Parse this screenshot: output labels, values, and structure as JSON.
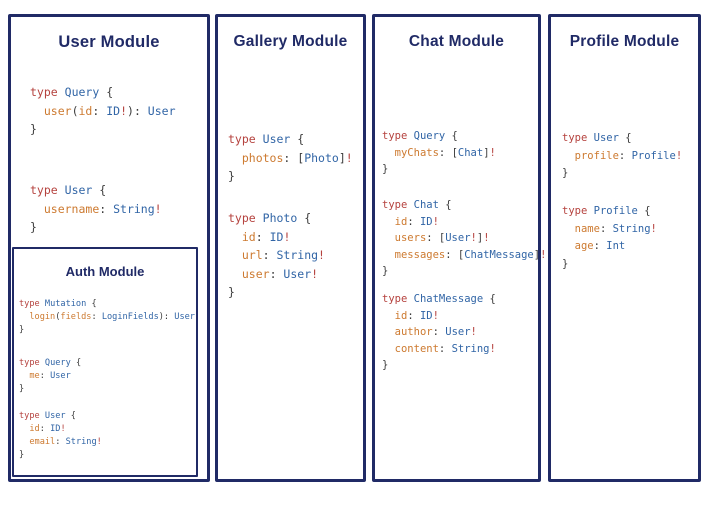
{
  "colors": {
    "navy": "#202a66",
    "code-red": "#b5423e",
    "code-blue": "#3165a6",
    "code-orange": "#cd7a30",
    "code-punct": "#3c3c3c",
    "bg": "#ffffff"
  },
  "panels": {
    "user": {
      "title": "User Module",
      "blocks": [
        [
          [
            [
              "k",
              "type"
            ],
            [
              "p",
              " "
            ],
            [
              "t",
              "Query"
            ],
            [
              "p",
              " {"
            ]
          ],
          [
            [
              "p",
              "  "
            ],
            [
              "f",
              "user"
            ],
            [
              "p",
              "("
            ],
            [
              "f",
              "id"
            ],
            [
              "p",
              ": "
            ],
            [
              "t",
              "ID"
            ],
            [
              "b",
              "!"
            ],
            [
              "p",
              "): "
            ],
            [
              "t",
              "User"
            ]
          ],
          [
            [
              "p",
              "}"
            ]
          ]
        ],
        [
          [
            [
              "k",
              "type"
            ],
            [
              "p",
              " "
            ],
            [
              "t",
              "User"
            ],
            [
              "p",
              " {"
            ]
          ],
          [
            [
              "p",
              "  "
            ],
            [
              "f",
              "username"
            ],
            [
              "p",
              ": "
            ],
            [
              "t",
              "String"
            ],
            [
              "b",
              "!"
            ]
          ],
          [
            [
              "p",
              "}"
            ]
          ]
        ]
      ]
    },
    "auth": {
      "title": "Auth Module",
      "blocks": [
        [
          [
            [
              "k",
              "type"
            ],
            [
              "p",
              " "
            ],
            [
              "t",
              "Mutation"
            ],
            [
              "p",
              " {"
            ]
          ],
          [
            [
              "p",
              "  "
            ],
            [
              "f",
              "login"
            ],
            [
              "p",
              "("
            ],
            [
              "f",
              "fields"
            ],
            [
              "p",
              ": "
            ],
            [
              "t",
              "LoginFields"
            ],
            [
              "p",
              "): "
            ],
            [
              "t",
              "User"
            ]
          ],
          [
            [
              "p",
              "}"
            ]
          ]
        ],
        [
          [
            [
              "k",
              "type"
            ],
            [
              "p",
              " "
            ],
            [
              "t",
              "Query"
            ],
            [
              "p",
              " {"
            ]
          ],
          [
            [
              "p",
              "  "
            ],
            [
              "f",
              "me"
            ],
            [
              "p",
              ": "
            ],
            [
              "t",
              "User"
            ]
          ],
          [
            [
              "p",
              "}"
            ]
          ]
        ],
        [
          [
            [
              "k",
              "type"
            ],
            [
              "p",
              " "
            ],
            [
              "t",
              "User"
            ],
            [
              "p",
              " {"
            ]
          ],
          [
            [
              "p",
              "  "
            ],
            [
              "f",
              "id"
            ],
            [
              "p",
              ": "
            ],
            [
              "t",
              "ID"
            ],
            [
              "b",
              "!"
            ]
          ],
          [
            [
              "p",
              "  "
            ],
            [
              "f",
              "email"
            ],
            [
              "p",
              ": "
            ],
            [
              "t",
              "String"
            ],
            [
              "b",
              "!"
            ]
          ],
          [
            [
              "p",
              "}"
            ]
          ]
        ]
      ]
    },
    "gallery": {
      "title": "Gallery Module",
      "blocks": [
        [
          [
            [
              "k",
              "type"
            ],
            [
              "p",
              " "
            ],
            [
              "t",
              "User"
            ],
            [
              "p",
              " {"
            ]
          ],
          [
            [
              "p",
              "  "
            ],
            [
              "f",
              "photos"
            ],
            [
              "p",
              ": ["
            ],
            [
              "t",
              "Photo"
            ],
            [
              "p",
              "]"
            ],
            [
              "b",
              "!"
            ]
          ],
          [
            [
              "p",
              "}"
            ]
          ]
        ],
        [
          [
            [
              "k",
              "type"
            ],
            [
              "p",
              " "
            ],
            [
              "t",
              "Photo"
            ],
            [
              "p",
              " {"
            ]
          ],
          [
            [
              "p",
              "  "
            ],
            [
              "f",
              "id"
            ],
            [
              "p",
              ": "
            ],
            [
              "t",
              "ID"
            ],
            [
              "b",
              "!"
            ]
          ],
          [
            [
              "p",
              "  "
            ],
            [
              "f",
              "url"
            ],
            [
              "p",
              ": "
            ],
            [
              "t",
              "String"
            ],
            [
              "b",
              "!"
            ]
          ],
          [
            [
              "p",
              "  "
            ],
            [
              "f",
              "user"
            ],
            [
              "p",
              ": "
            ],
            [
              "t",
              "User"
            ],
            [
              "b",
              "!"
            ]
          ],
          [
            [
              "p",
              "}"
            ]
          ]
        ]
      ]
    },
    "chat": {
      "title": "Chat Module",
      "blocks": [
        [
          [
            [
              "k",
              "type"
            ],
            [
              "p",
              " "
            ],
            [
              "t",
              "Query"
            ],
            [
              "p",
              " {"
            ]
          ],
          [
            [
              "p",
              "  "
            ],
            [
              "f",
              "myChats"
            ],
            [
              "p",
              ": ["
            ],
            [
              "t",
              "Chat"
            ],
            [
              "p",
              "]"
            ],
            [
              "b",
              "!"
            ]
          ],
          [
            [
              "p",
              "}"
            ]
          ]
        ],
        [
          [
            [
              "k",
              "type"
            ],
            [
              "p",
              " "
            ],
            [
              "t",
              "Chat"
            ],
            [
              "p",
              " {"
            ]
          ],
          [
            [
              "p",
              "  "
            ],
            [
              "f",
              "id"
            ],
            [
              "p",
              ": "
            ],
            [
              "t",
              "ID"
            ],
            [
              "b",
              "!"
            ]
          ],
          [
            [
              "p",
              "  "
            ],
            [
              "f",
              "users"
            ],
            [
              "p",
              ": ["
            ],
            [
              "t",
              "User"
            ],
            [
              "b",
              "!"
            ],
            [
              "p",
              "]"
            ],
            [
              "b",
              "!"
            ]
          ],
          [
            [
              "p",
              "  "
            ],
            [
              "f",
              "messages"
            ],
            [
              "p",
              ": ["
            ],
            [
              "t",
              "ChatMessage"
            ],
            [
              "p",
              "]"
            ],
            [
              "b",
              "!"
            ]
          ],
          [
            [
              "p",
              "}"
            ]
          ]
        ],
        [
          [
            [
              "k",
              "type"
            ],
            [
              "p",
              " "
            ],
            [
              "t",
              "ChatMessage"
            ],
            [
              "p",
              " {"
            ]
          ],
          [
            [
              "p",
              "  "
            ],
            [
              "f",
              "id"
            ],
            [
              "p",
              ": "
            ],
            [
              "t",
              "ID"
            ],
            [
              "b",
              "!"
            ]
          ],
          [
            [
              "p",
              "  "
            ],
            [
              "f",
              "author"
            ],
            [
              "p",
              ": "
            ],
            [
              "t",
              "User"
            ],
            [
              "b",
              "!"
            ]
          ],
          [
            [
              "p",
              "  "
            ],
            [
              "f",
              "content"
            ],
            [
              "p",
              ": "
            ],
            [
              "t",
              "String"
            ],
            [
              "b",
              "!"
            ]
          ],
          [
            [
              "p",
              "}"
            ]
          ]
        ]
      ]
    },
    "profile": {
      "title": "Profile Module",
      "blocks": [
        [
          [
            [
              "k",
              "type"
            ],
            [
              "p",
              " "
            ],
            [
              "t",
              "User"
            ],
            [
              "p",
              " {"
            ]
          ],
          [
            [
              "p",
              "  "
            ],
            [
              "f",
              "profile"
            ],
            [
              "p",
              ": "
            ],
            [
              "t",
              "Profile"
            ],
            [
              "b",
              "!"
            ]
          ],
          [
            [
              "p",
              "}"
            ]
          ]
        ],
        [
          [
            [
              "k",
              "type"
            ],
            [
              "p",
              " "
            ],
            [
              "t",
              "Profile"
            ],
            [
              "p",
              " {"
            ]
          ],
          [
            [
              "p",
              "  "
            ],
            [
              "f",
              "name"
            ],
            [
              "p",
              ": "
            ],
            [
              "t",
              "String"
            ],
            [
              "b",
              "!"
            ]
          ],
          [
            [
              "p",
              "  "
            ],
            [
              "f",
              "age"
            ],
            [
              "p",
              ": "
            ],
            [
              "t",
              "Int"
            ]
          ],
          [
            [
              "p",
              "}"
            ]
          ]
        ]
      ]
    }
  }
}
